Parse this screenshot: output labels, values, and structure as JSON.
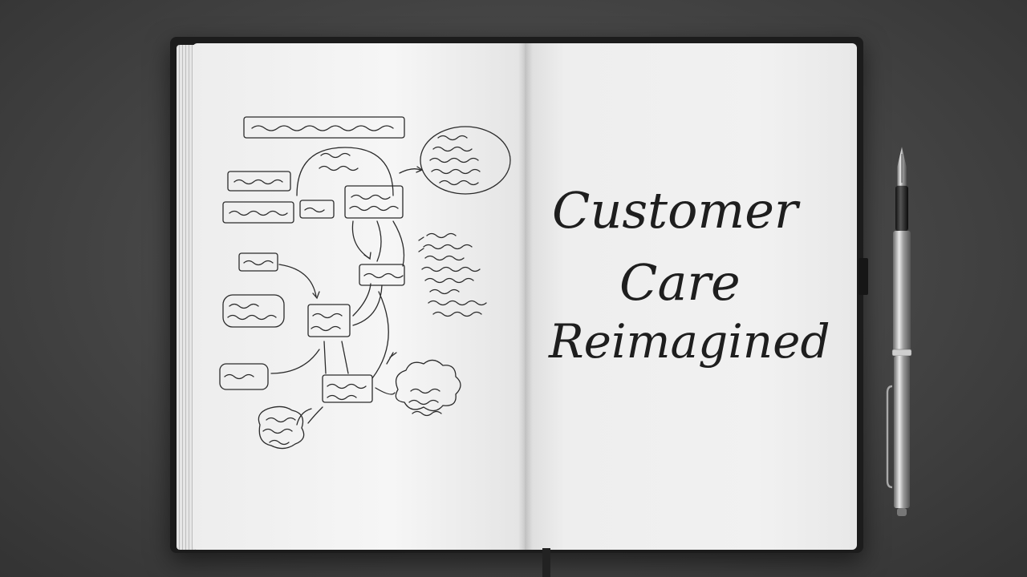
{
  "notebook": {
    "title_lines": [
      "Customer",
      "Care",
      "Reimagined"
    ]
  },
  "colors": {
    "background": "#444444",
    "paper": "#f1f1f1",
    "ink": "#1e1e1e",
    "cover": "#1c1c1c"
  }
}
